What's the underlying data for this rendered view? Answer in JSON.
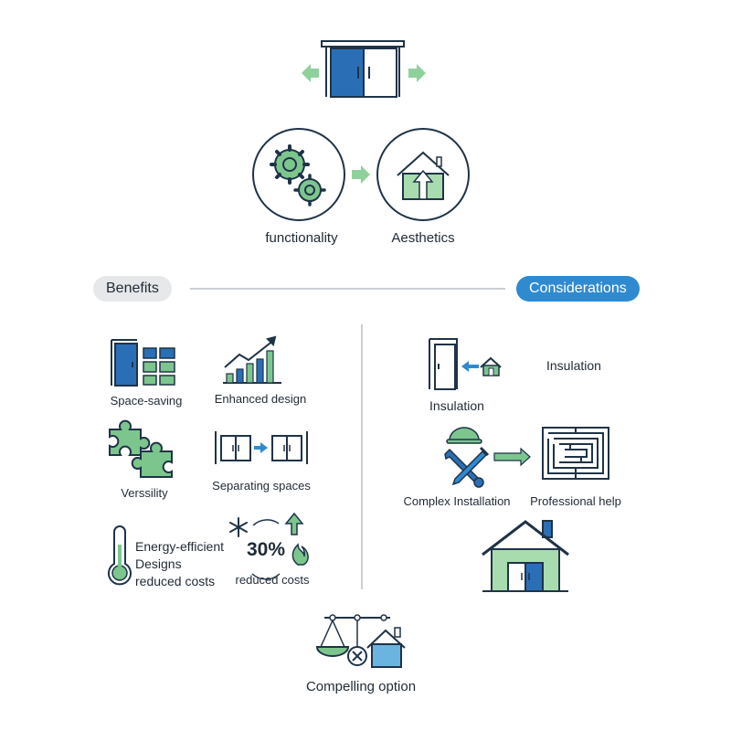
{
  "colors": {
    "blue": "#2a6fb5",
    "green": "#7cc68e",
    "light_green": "#a8dcae",
    "stroke": "#1f3347",
    "pill_blue": "#2f8ad0"
  },
  "top": {
    "icon": "sliding-door-icon"
  },
  "concepts": {
    "left_label": "functionality",
    "right_label": "Aesthetics"
  },
  "headers": {
    "benefits": "Benefits",
    "considerations": "Considerations"
  },
  "benefits": {
    "space_saving": "Space-saving",
    "enhanced_design": "Enhanced design",
    "versatility": "Verssility",
    "separating_spaces": "Separating spaces",
    "energy_lines": [
      "Energy-efficient",
      "Designs",
      "reduced costs"
    ],
    "percent": "30%",
    "reduced_costs": "reduced costs"
  },
  "considerations": {
    "insulation_top": "Insulation",
    "insulation_bottom": "Insulation",
    "complex_installation": "Complex Installation",
    "professional_help": "Professional help"
  },
  "footer": {
    "label": "Compelling option"
  }
}
